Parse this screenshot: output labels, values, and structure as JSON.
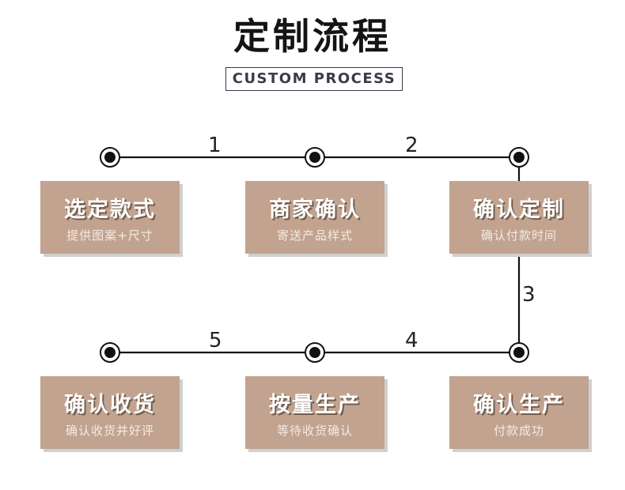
{
  "header": {
    "title": "定制流程",
    "subtitle": "CUSTOM PROCESS"
  },
  "flow": {
    "steps": [
      {
        "title": "选定款式",
        "desc": "提供图案+尺寸"
      },
      {
        "title": "商家确认",
        "desc": "寄送产品样式"
      },
      {
        "title": "确认定制",
        "desc": "确认付款时间"
      },
      {
        "title": "确认生产",
        "desc": "付款成功"
      },
      {
        "title": "按量生产",
        "desc": "等待收货确认"
      },
      {
        "title": "确认收货",
        "desc": "确认收货并好评"
      }
    ],
    "connector_labels": [
      "1",
      "2",
      "3",
      "4",
      "5"
    ]
  }
}
